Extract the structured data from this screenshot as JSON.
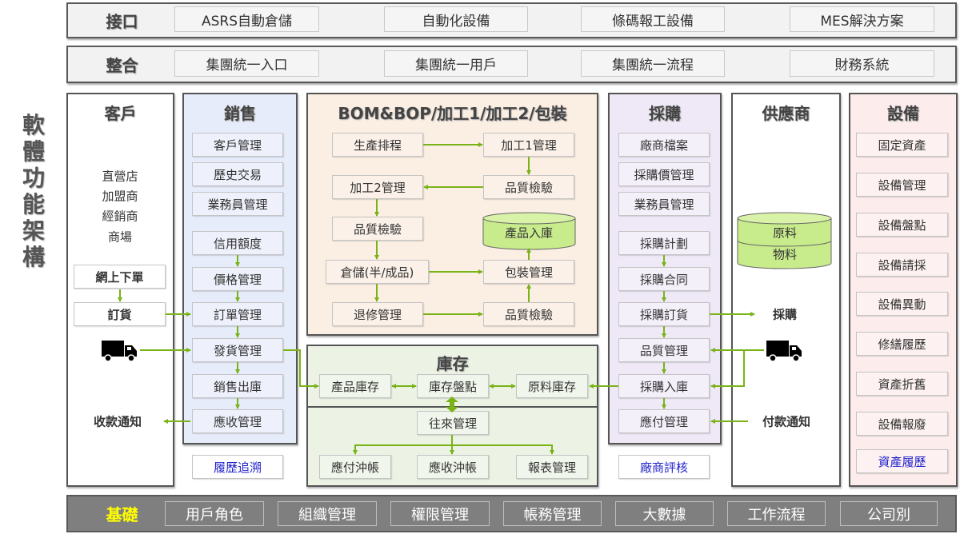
{
  "side_title": "軟體功能架構",
  "interface": {
    "label": "接口",
    "items": [
      "ASRS自動倉儲",
      "自動化設備",
      "條碼報工設備",
      "MES解決方案"
    ]
  },
  "integration": {
    "label": "整合",
    "items": [
      "集團統一入口",
      "集團統一用戶",
      "集團統一流程",
      "財務系統"
    ]
  },
  "customer": {
    "title": "客戶",
    "types": [
      "直營店",
      "加盟商",
      "經銷商",
      "商場"
    ],
    "online_order": "網上下單",
    "order": "訂貨",
    "truck_icon": "truck-icon",
    "payment_notice": "收款通知"
  },
  "sales": {
    "title": "銷售",
    "items": [
      "客戶管理",
      "歷史交易",
      "業務員管理",
      "信用額度",
      "價格管理",
      "訂單管理",
      "發貨管理",
      "銷售出庫",
      "應收管理"
    ],
    "trace": "履歷追溯"
  },
  "bom": {
    "title": "BOM&BOP/加工1/加工2/包裝",
    "schedule": "生產排程",
    "process1": "加工1管理",
    "process2": "加工2管理",
    "qc1": "品質檢驗",
    "qc2": "品質檢驗",
    "product_in": "產品入庫",
    "storage": "倉儲(半/成品)",
    "packaging": "包裝管理",
    "repair": "退修管理",
    "qc3": "品質檢驗"
  },
  "inventory": {
    "title": "庫存",
    "product_stock": "產品庫存",
    "stocktake": "庫存盤點",
    "material_stock": "原料庫存",
    "accounts": "往來管理",
    "payable_offset": "應付沖帳",
    "receivable_offset": "應收沖帳",
    "reports": "報表管理"
  },
  "purchasing": {
    "title": "採購",
    "items": [
      "廠商檔案",
      "採購價管理",
      "業務員管理",
      "採購計劃",
      "採購合同",
      "採購訂貨",
      "品質管理",
      "採購入庫",
      "應付管理"
    ],
    "vendor_eval": "廠商評核"
  },
  "supplier": {
    "title": "供應商",
    "db_lines": [
      "原料",
      "物料"
    ],
    "purchase": "採購",
    "truck_icon": "truck-icon",
    "payment_notice": "付款通知"
  },
  "equipment": {
    "title": "設備",
    "items": [
      "固定資產",
      "設備管理",
      "設備盤點",
      "設備請採",
      "設備異動",
      "修繕履歷",
      "資產折舊",
      "設備報廢",
      "資產履歷"
    ]
  },
  "foundation": {
    "label": "基礎",
    "items": [
      "用戶角色",
      "組織管理",
      "權限管理",
      "帳務管理",
      "大數據",
      "工作流程",
      "公司別"
    ]
  },
  "colors": {
    "arrow": "#7ab317",
    "sales_bg": "#e7ecfa",
    "bom_bg": "#fbeee3",
    "inventory_bg": "#ecf3e5",
    "purchasing_bg": "#efe9f7",
    "equipment_bg": "#fcecec",
    "foundation_bg": "#7f7f7f",
    "foundation_label": "#ffff00",
    "link_text": "#1f1fcc"
  }
}
